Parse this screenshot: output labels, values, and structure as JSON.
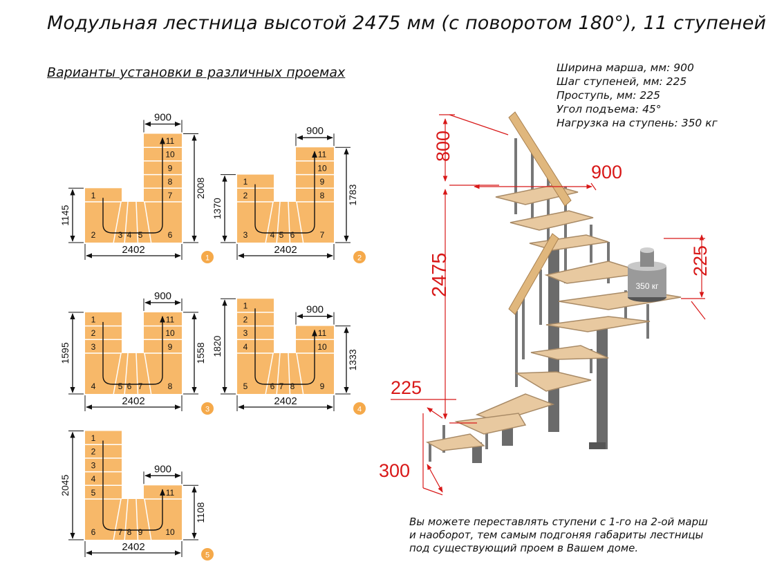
{
  "header": {
    "title": "Модульная лестница высотой 2475 мм (с поворотом 180°), 11 ступеней",
    "subtitle": "Варианты установки в различных проемах"
  },
  "specs": [
    "Ширина марша, мм: 900",
    "Шаг ступеней, мм: 225",
    "Проступь, мм: 225",
    "Угол подъема: 45°",
    "Нагрузка на ступень: 350 кг"
  ],
  "variants": [
    {
      "number": "1",
      "width": "2402",
      "left_height": "1145",
      "right_height": "2008",
      "march_width": "900",
      "left_steps": [
        "1"
      ],
      "bottom_steps": [
        "2",
        "3",
        "4",
        "5",
        "6"
      ],
      "right_steps": [
        "7",
        "8",
        "9",
        "10",
        "11"
      ]
    },
    {
      "number": "2",
      "width": "2402",
      "left_height": "1370",
      "right_height": "1783",
      "march_width": "900",
      "left_steps": [
        "1",
        "2"
      ],
      "bottom_steps": [
        "3",
        "4",
        "5",
        "6",
        "7"
      ],
      "right_steps": [
        "8",
        "9",
        "10",
        "11"
      ]
    },
    {
      "number": "3",
      "width": "2402",
      "left_height": "1595",
      "right_height": "1558",
      "march_width": "900",
      "left_steps": [
        "1",
        "2",
        "3"
      ],
      "bottom_steps": [
        "4",
        "5",
        "6",
        "7",
        "8"
      ],
      "right_steps": [
        "9",
        "10",
        "11"
      ]
    },
    {
      "number": "4",
      "width": "2402",
      "left_height": "1820",
      "right_height": "1333",
      "march_width": "900",
      "left_steps": [
        "1",
        "2",
        "3",
        "4"
      ],
      "bottom_steps": [
        "5",
        "6",
        "7",
        "8",
        "9"
      ],
      "right_steps": [
        "10",
        "11"
      ]
    },
    {
      "number": "5",
      "width": "2402",
      "left_height": "2045",
      "right_height": "1108",
      "march_width": "900",
      "left_steps": [
        "1",
        "2",
        "3",
        "4",
        "5"
      ],
      "bottom_steps": [
        "6",
        "7",
        "8",
        "9",
        "10"
      ],
      "right_steps": [
        "11"
      ]
    }
  ],
  "stair_dims": {
    "height": "2475",
    "railing": "800",
    "march": "900",
    "step_pitch": "225",
    "tread": "225",
    "first_step": "300",
    "weight_label": "350 кг"
  },
  "note": [
    "Вы можете переставлять ступени с 1-го на 2-ой марш",
    "и наоборот, тем самым подгоняя габариты лестницы",
    "под существующий проем в Вашем доме."
  ],
  "colors": {
    "step_fill": "#f7b869",
    "step_line": "#ffffff",
    "dim_red": "#d81818",
    "wood": "#e8c9a0",
    "metal": "#6b6b6b",
    "badge": "#f5a94a"
  }
}
